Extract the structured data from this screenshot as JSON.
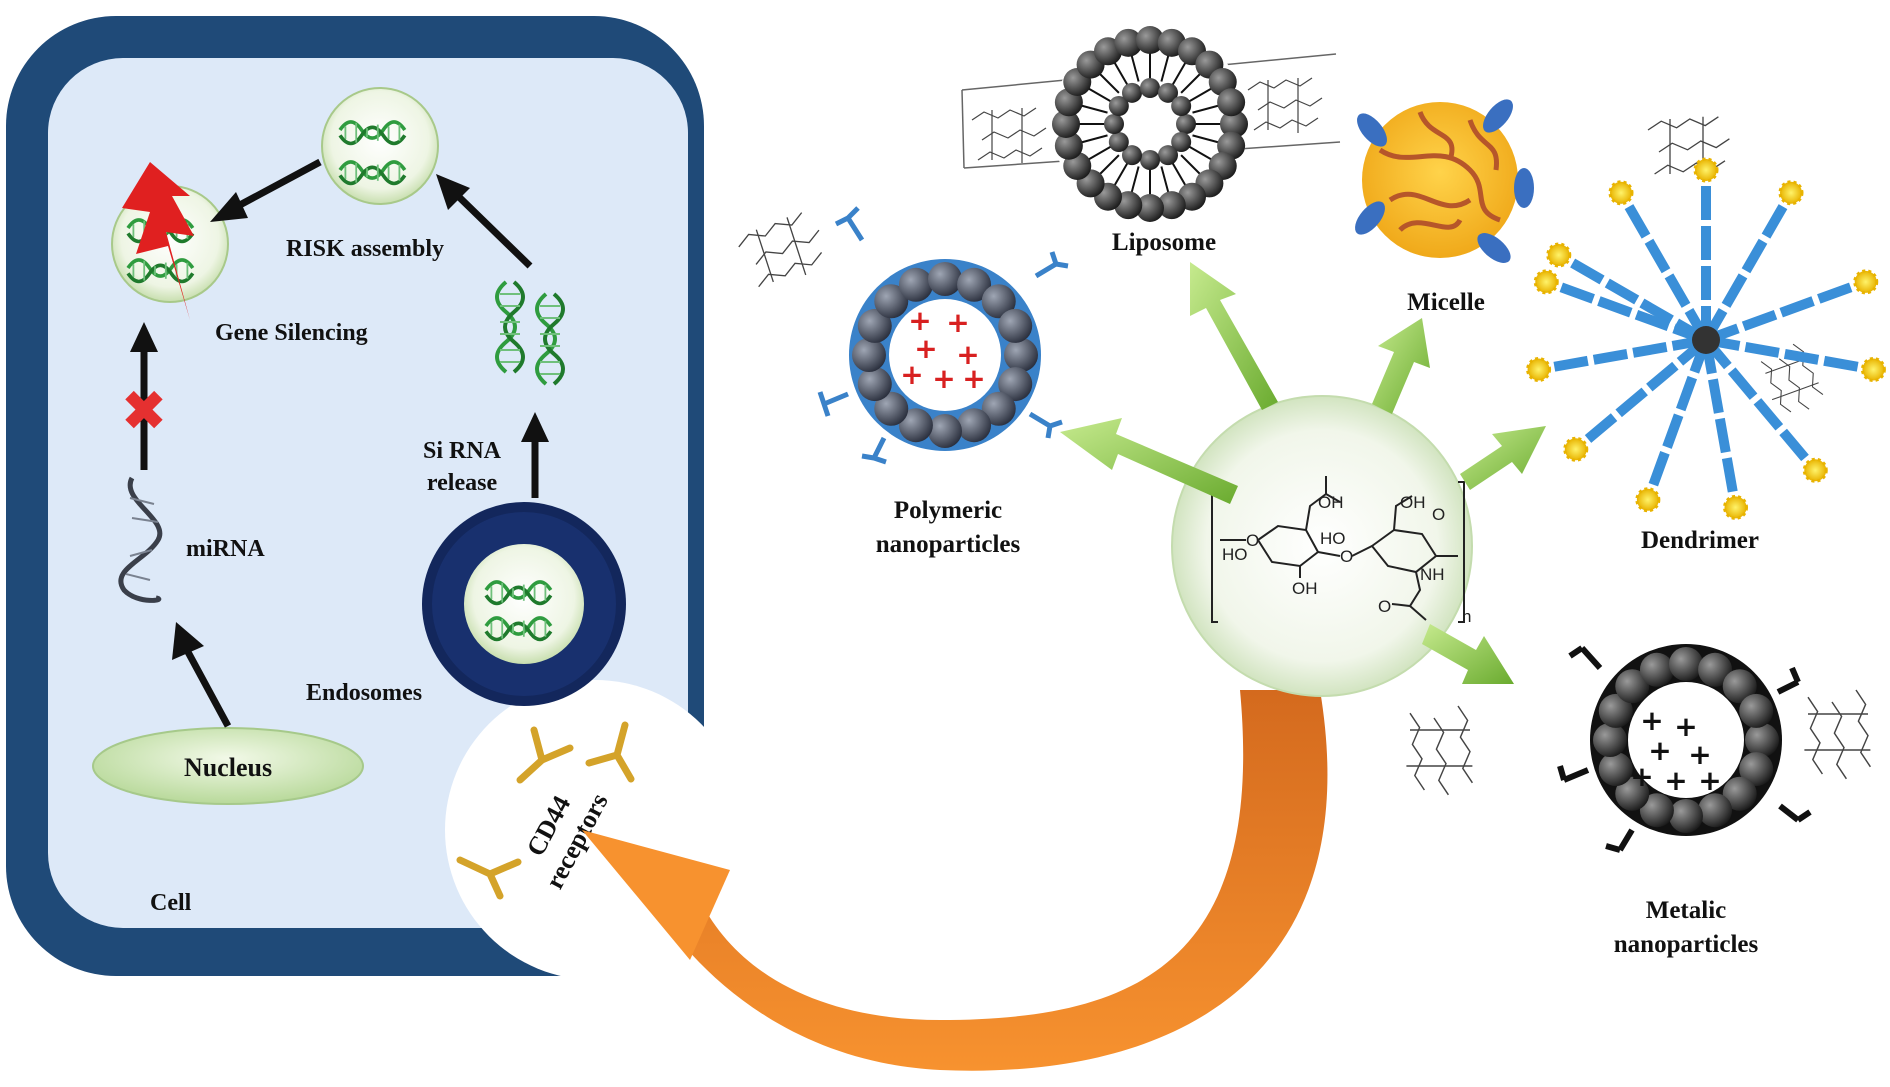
{
  "cell": {
    "label": "Cell",
    "nucleus_label": "Nucleus",
    "mirna_label": "miRNA",
    "gene_silencing_label": "Gene Silencing",
    "risk_label": "RISK assembly",
    "sirna_line1": "Si RNA",
    "sirna_line2": "release",
    "endosomes_label": "Endosomes",
    "cd44_line1": "CD44",
    "cd44_line2": "receptors"
  },
  "carriers": {
    "liposome": "Liposome",
    "micelle": "Micelle",
    "dendrimer": "Dendrimer",
    "polymeric_line1": "Polymeric",
    "polymeric_line2": "nanoparticles",
    "metallic_line1": "Metalic",
    "metallic_line2": "nanoparticles"
  },
  "ha_structure": {
    "oh_top_left": "OH",
    "oh_top_right": "OH",
    "ho_left": "HO",
    "ho_mid": "HO",
    "oh_bottom": "OH",
    "nh": "NH",
    "o_link1": "O",
    "o_link2": "O",
    "o_link3": "O",
    "o_carbonyl": "O",
    "subscript_n": "n"
  },
  "symbols": {
    "plus": "+",
    "cross": "✖"
  },
  "colors": {
    "cell_wall": "#1f4a78",
    "cytoplasm": "#dde9f8",
    "nucleus_fill": "#d6ecb8",
    "endosome_ring": "#13275c",
    "green_arrow": "#8cc94a",
    "orange_arrow": "#f08a2e",
    "lightning": "#e02020",
    "polymer_shell": "#3a82c9",
    "dendrimer_branch": "#3a8fd8",
    "micelle_core": "#f4b41b",
    "micelle_cap": "#3a6fc0",
    "cd44_receptor": "#d4a32a"
  }
}
